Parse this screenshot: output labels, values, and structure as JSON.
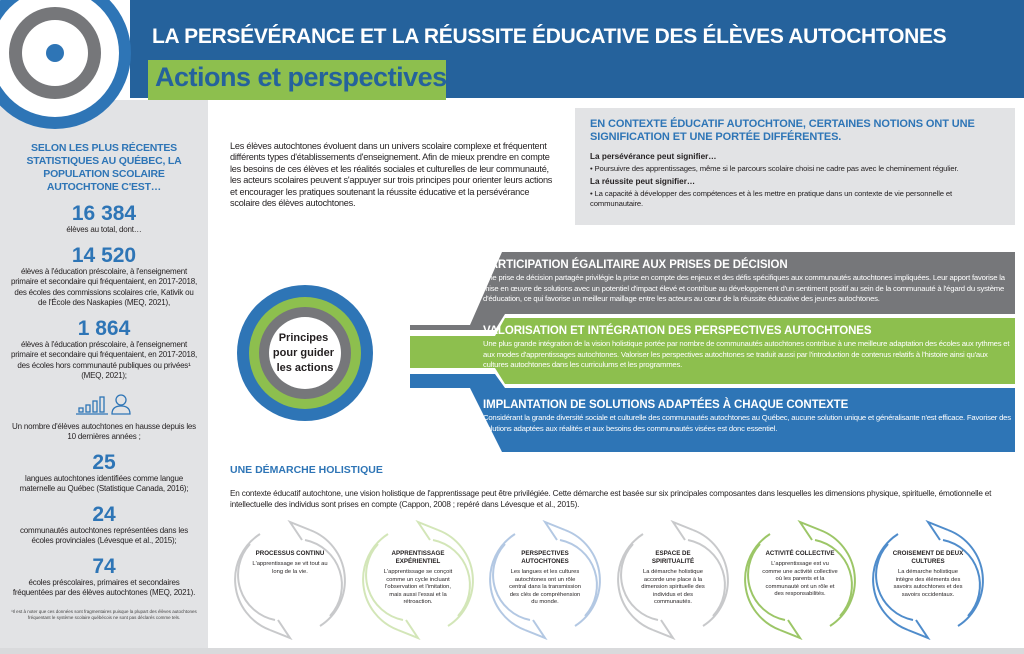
{
  "header": {
    "title": "LA PERSÉVÉRANCE ET LA RÉUSSITE ÉDUCATIVE DES ÉLÈVES AUTOCHTONES",
    "subtitle": "Actions et perspectives"
  },
  "colors": {
    "blue": "#2e75b6",
    "dark_blue": "#25629c",
    "green": "#8dbf4e",
    "gray": "#76777a",
    "light_gray": "#e2e3e5"
  },
  "sidebar": {
    "heading": "SELON LES PLUS RÉCENTES STATISTIQUES AU QUÉBEC, LA POPULATION SCOLAIRE AUTOCHTONE C'EST…",
    "stats": [
      {
        "number": "16 384",
        "text": "élèves au total, dont…"
      },
      {
        "number": "14 520",
        "text": "élèves à l'éducation préscolaire, à l'enseignement primaire et secondaire qui fréquentaient, en 2017-2018, des écoles des commissions scolaires crie, Kativik ou de l'École des Naskapies (MEQ, 2021),"
      },
      {
        "number": "1 864",
        "text": "élèves à l'éducation préscolaire, à l'enseignement primaire et secondaire qui fréquentaient, en 2017-2018, des écoles hors communauté publiques ou privées¹ (MEQ, 2021);"
      }
    ],
    "growth_icon": "bar-chart-person-icon",
    "growth_text": "Un nombre d'élèves autochtones en hausse depuis les 10 dernières années ;",
    "stats2": [
      {
        "number": "25",
        "text": "langues autochtones identifiées comme langue maternelle au Québec (Statistique Canada, 2016);"
      },
      {
        "number": "24",
        "text": "communautés autochtones représentées dans les écoles provinciales (Lévesque et al., 2015);"
      },
      {
        "number": "74",
        "text": "écoles préscolaires, primaires et secondaires fréquentées par des élèves autochtones (MEQ, 2021)."
      }
    ],
    "footnote": "¹Il est à noter que ces données sont fragmentaires puisque la plupart des élèves autochtones fréquentant le système scolaire québécois ne sont pas déclarés comme tels."
  },
  "intro": "Les élèves autochtones évoluent dans un univers scolaire complexe et fréquentent différents types d'établissements d'enseignement. Afin de mieux prendre en compte les besoins de ces élèves et les réalités sociales et culturelles de leur communauté, les acteurs scolaires peuvent s'appuyer sur trois principes pour orienter leurs actions et encourager les pratiques soutenant la réussite éducative et la persévérance scolaire des élèves autochtones.",
  "notions": {
    "heading": "EN CONTEXTE ÉDUCATIF AUTOCHTONE, CERTAINES NOTIONS ONT UNE SIGNIFICATION ET UNE PORTÉE DIFFÉRENTES.",
    "perseverance_label": "La persévérance peut signifier…",
    "perseverance_item": "• Poursuivre des apprentissages, même si le parcours scolaire choisi ne cadre pas avec le cheminement régulier.",
    "reussite_label": "La réussite peut signifier…",
    "reussite_item": "• La capacité à développer des compétences et à les mettre en pratique dans un contexte de vie personnelle et communautaire."
  },
  "principles": {
    "center_label": [
      "Principes",
      "pour guider",
      "les actions"
    ],
    "items": [
      {
        "title": "PARTICIPATION ÉGALITAIRE AUX PRISES DE DÉCISION",
        "text": "Une prise de décision partagée privilégie la prise en compte des enjeux et des défis spécifiques aux communautés autochtones impliquées. Leur apport favorise la mise en œuvre de solutions avec un potentiel d'impact élevé et contribue au développement d'un sentiment positif au sein de la communauté à l'égard du système d'éducation, ce qui favorise un meilleur maillage entre les acteurs au cœur de la réussite éducative des jeunes autochtones."
      },
      {
        "title": "VALORISATION ET INTÉGRATION DES PERSPECTIVES AUTOCHTONES",
        "text": "Une plus grande intégration de la vision holistique portée par nombre de communautés autochtones contribue à une meilleure adaptation des écoles aux rythmes et aux modes d'apprentissages autochtones. Valoriser les perspectives autochtones se traduit aussi par l'introduction de contenus relatifs à l'histoire ainsi qu'aux cultures autochtones dans les curriculums et les programmes."
      },
      {
        "title": "IMPLANTATION DE SOLUTIONS ADAPTÉES À CHAQUE CONTEXTE",
        "text": "Considérant la grande diversité sociale et culturelle des communautés autochtones au Québec, aucune solution unique et généralisante n'est efficace. Favoriser des solutions adaptées aux réalités et aux besoins des communautés visées est donc essentiel."
      }
    ]
  },
  "holistic": {
    "title": "UNE DÉMARCHE HOLISTIQUE",
    "text": "En contexte éducatif autochtone, une vision holistique de l'apprentissage peut être privilégiée. Cette démarche est basée sur six principales composantes dans lesquelles les dimensions physique, spirituelle, émotionnelle et intellectuelle des individus sont prises en compte (Cappon, 2008 ; repéré dans Lévesque et al., 2015).",
    "components": [
      {
        "title": "PROCESSUS CONTINU",
        "text": "L'apprentissage se vit tout au long de la vie.",
        "color": "#c8c9cb"
      },
      {
        "title": "APPRENTISSAGE EXPÉRIENTIEL",
        "text": "L'apprentissage se conçoit comme un cycle incluant l'observation et l'imitation, mais aussi l'essai et la rétroaction.",
        "color": "#d3e6b8"
      },
      {
        "title": "PERSPECTIVES AUTOCHTONES",
        "text": "Les langues et les cultures autochtones ont un rôle central dans la transmission des clés de compréhension du monde.",
        "color": "#b3c8e3"
      },
      {
        "title": "ESPACE DE SPIRITUALITÉ",
        "text": "La démarche holistique accorde une place à la dimension spirituelle des individus et des communautés.",
        "color": "#c8c9cb"
      },
      {
        "title": "ACTIVITÉ COLLECTIVE",
        "text": "L'apprentissage est vu comme une activité collective où les parents et la communauté ont un rôle et des responsabilités.",
        "color": "#9cc667"
      },
      {
        "title": "CROISEMENT DE DEUX CULTURES",
        "text": "La démarche holistique intègre des éléments des savoirs autochtones et des savoirs occidentaux.",
        "color": "#4f8ccb"
      }
    ]
  }
}
